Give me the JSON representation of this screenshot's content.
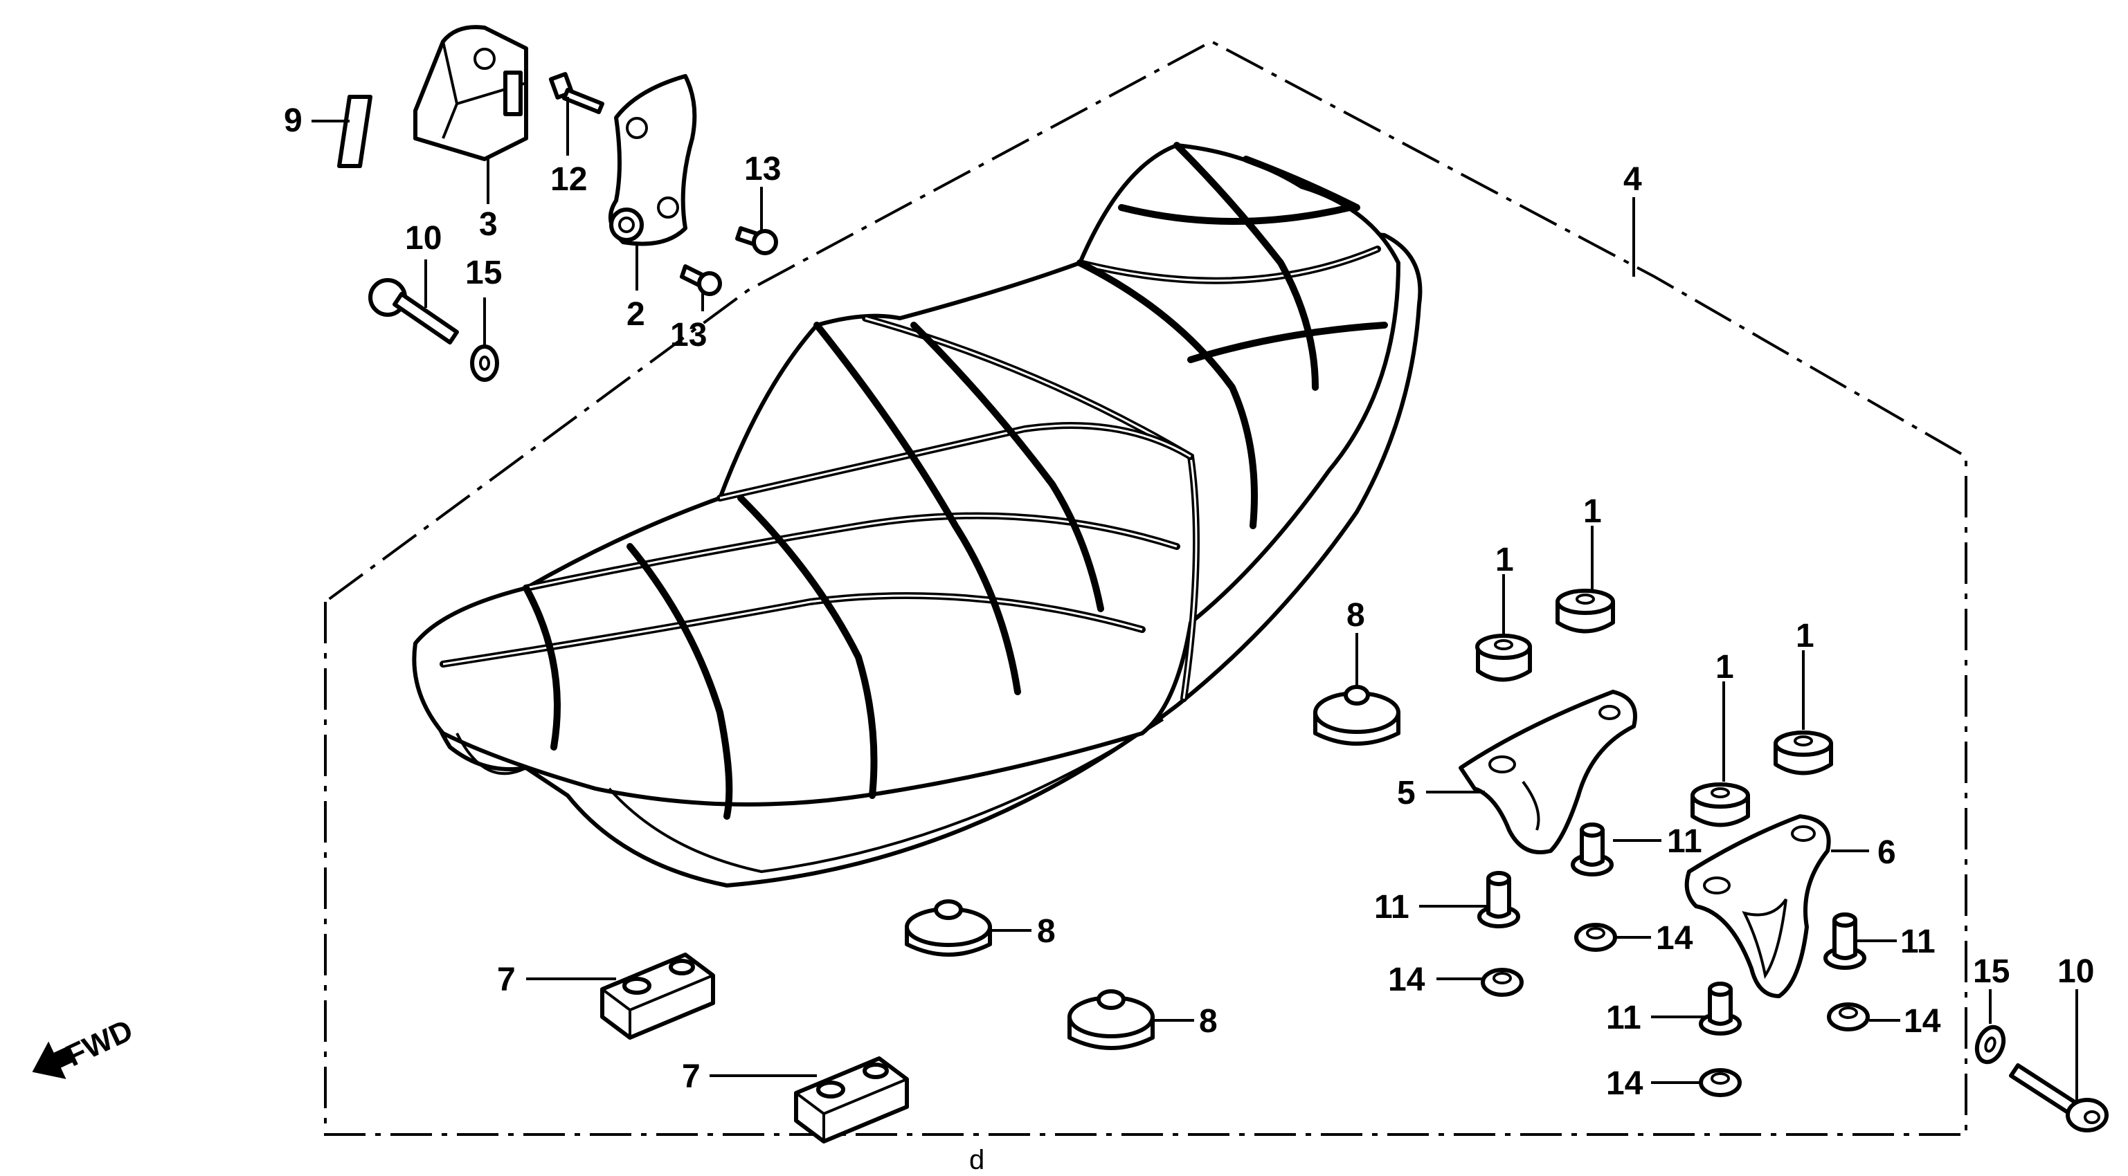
{
  "diagram": {
    "callouts": [
      {
        "id": "c1a",
        "text": "1"
      },
      {
        "id": "c1b",
        "text": "1"
      },
      {
        "id": "c1c",
        "text": "1"
      },
      {
        "id": "c1d",
        "text": "1"
      },
      {
        "id": "c2",
        "text": "2"
      },
      {
        "id": "c3",
        "text": "3"
      },
      {
        "id": "c4",
        "text": "4"
      },
      {
        "id": "c5",
        "text": "5"
      },
      {
        "id": "c6",
        "text": "6"
      },
      {
        "id": "c7a",
        "text": "7"
      },
      {
        "id": "c7b",
        "text": "7"
      },
      {
        "id": "c8a",
        "text": "8"
      },
      {
        "id": "c8b",
        "text": "8"
      },
      {
        "id": "c8c",
        "text": "8"
      },
      {
        "id": "c9",
        "text": "9"
      },
      {
        "id": "c10a",
        "text": "10"
      },
      {
        "id": "c10b",
        "text": "10"
      },
      {
        "id": "c11a",
        "text": "11"
      },
      {
        "id": "c11b",
        "text": "11"
      },
      {
        "id": "c11c",
        "text": "11"
      },
      {
        "id": "c11d",
        "text": "11"
      },
      {
        "id": "c12",
        "text": "12"
      },
      {
        "id": "c13a",
        "text": "13"
      },
      {
        "id": "c13b",
        "text": "13"
      },
      {
        "id": "c14a",
        "text": "14"
      },
      {
        "id": "c14b",
        "text": "14"
      },
      {
        "id": "c14c",
        "text": "14"
      },
      {
        "id": "c14d",
        "text": "14"
      },
      {
        "id": "c15a",
        "text": "15"
      },
      {
        "id": "c15b",
        "text": "15"
      }
    ],
    "fwd_label": "FWD",
    "footer_mark": "d"
  }
}
